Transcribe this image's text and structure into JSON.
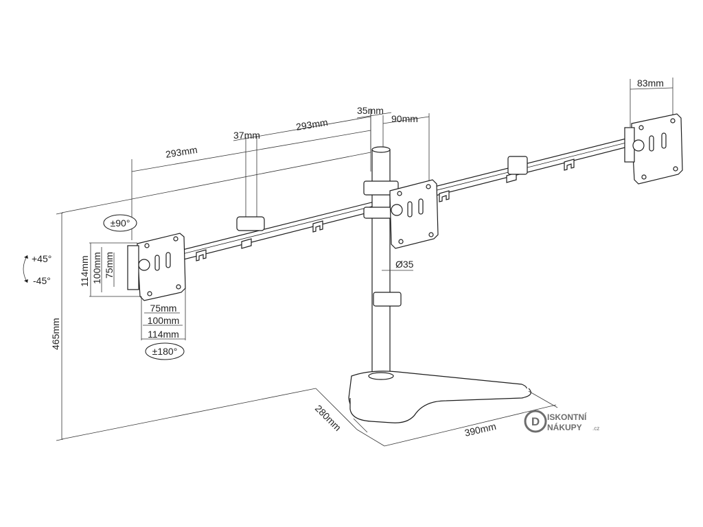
{
  "dimensions": {
    "arm_left": "293mm",
    "arm_right": "293mm",
    "clamp_width": "37mm",
    "pole_top": "35mm",
    "center_head": "90mm",
    "right_head": "83mm",
    "pole_diameter": "Ø35",
    "height": "465mm",
    "base_depth": "280mm",
    "base_width": "390mm",
    "vesa_v_114": "114mm",
    "vesa_v_100": "100mm",
    "vesa_v_75": "75mm",
    "vesa_h_75": "75mm",
    "vesa_h_100": "100mm",
    "vesa_h_114": "114mm"
  },
  "rotation": {
    "swivel": "±90°",
    "rotate": "±180°",
    "tilt_up": "+45°",
    "tilt_down": "-45°"
  },
  "logo": {
    "line1": "ISKONTNÍ",
    "line2": "NÁKUPY",
    "suffix": ".cz",
    "mark": "D"
  },
  "colors": {
    "line": "#1c1c1c",
    "logo": "#6d6d6d"
  }
}
